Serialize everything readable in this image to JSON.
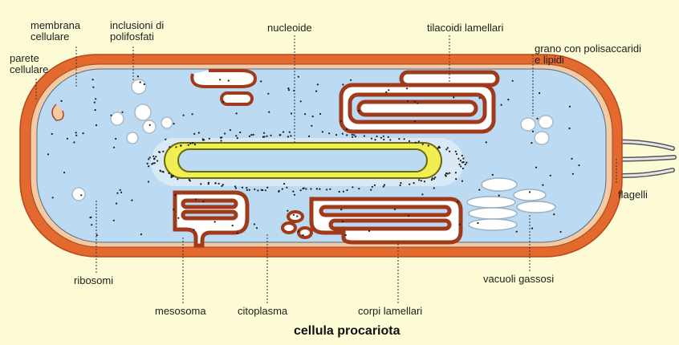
{
  "labels": {
    "membrana": "membrana\ncellulare",
    "inclusioni": "inclusioni di\npolifosfati",
    "nucleoide": "nucleoide",
    "tilacoidi": "tilacoidi lamellari",
    "grano": "grano con polisaccaridi\ne lipidi",
    "parete": "parete\ncellulare",
    "flagelli": "flagelli",
    "ribosomi": "ribosomi",
    "vacuoli": "vacuoli gassosi",
    "mesosoma": "mesosoma",
    "citoplasma": "citoplasma",
    "corpi": "corpi lamellari"
  },
  "title": "cellula procariota",
  "colors": {
    "background": "#fdfbd6",
    "cell_wall": "#e3692e",
    "membrane": "#f7c9a1",
    "cytoplasm": "#bcdaf2",
    "nucleoid": "#f1ee53",
    "inclusion": "#ffffff"
  }
}
